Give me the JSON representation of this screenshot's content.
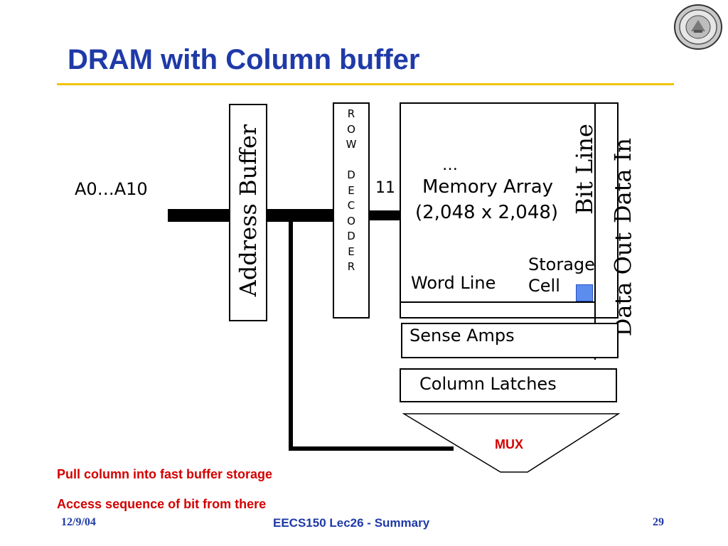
{
  "slide": {
    "title": "DRAM with Column buffer",
    "accent_color": "#f0c400",
    "title_color": "#1f3aa8"
  },
  "diagram": {
    "address_label": "A0…A10",
    "address_buffer_label": "Address Buffer",
    "row_decoder_letters": [
      "R",
      "O",
      "W",
      "",
      "D",
      "E",
      "C",
      "O",
      "D",
      "E",
      "R"
    ],
    "bus_width_label": "11",
    "ellipsis": "…",
    "memory_array_line1": "Memory Array",
    "memory_array_line2": "(2,048 x 2,048)",
    "bit_line_label": "Bit Line",
    "data_in_label": "Data In",
    "data_out_label": "Data Out",
    "storage_label_line1": "Storage",
    "storage_label_line2": "Cell",
    "word_line_label": "Word Line",
    "sense_amps_label": "Sense Amps",
    "column_latches_label": "Column Latches",
    "mux_label": "MUX",
    "storage_cell_color": "#5b8def"
  },
  "bullets": [
    "Pull column into fast buffer storage",
    "Access sequence of bit from there"
  ],
  "footer": {
    "date": "12/9/04",
    "course": "EECS150 Lec26 - Summary",
    "page_number": "29"
  }
}
